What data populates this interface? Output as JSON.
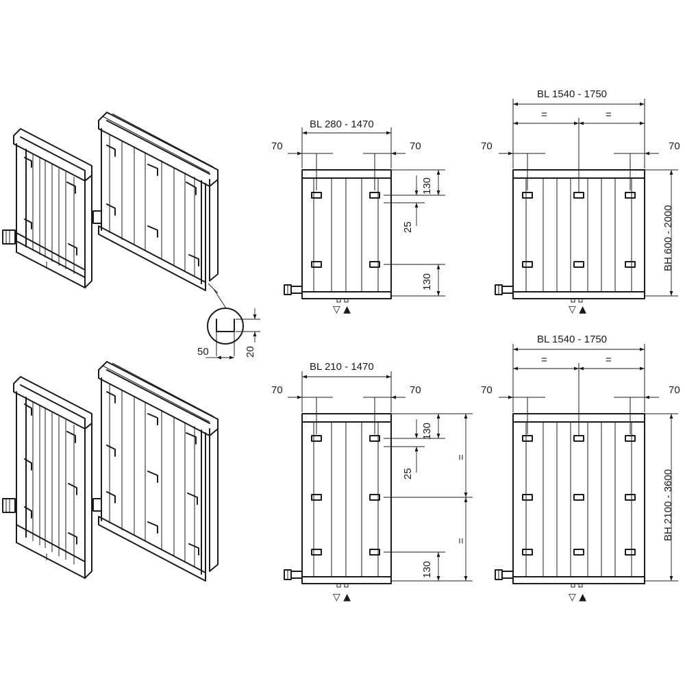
{
  "views": {
    "top_left": {
      "overall_width": "BL 280 - 1470",
      "left_offset": "70",
      "right_offset": "70",
      "top_offset": "130",
      "bracket_offset": "25",
      "bottom_offset": "130"
    },
    "top_right": {
      "overall_width": "BL 1540 - 1750",
      "equal_left": "=",
      "equal_right": "=",
      "left_offset": "70",
      "right_offset": "70",
      "height": "BH 600 - 2000"
    },
    "bottom_left": {
      "overall_width": "BL 210 - 1470",
      "left_offset": "70",
      "right_offset": "70",
      "top_offset": "130",
      "bracket_offset": "25",
      "bottom_offset": "130",
      "equal_upper": "=",
      "equal_lower": "="
    },
    "bottom_right": {
      "overall_width": "BL 1540 -  1750",
      "equal_left": "=",
      "equal_right": "=",
      "left_offset": "70",
      "right_offset": "70",
      "height": "BH 2100 - 3600"
    }
  },
  "detail": {
    "width": "50",
    "height": "20"
  },
  "flow": {
    "symbol": "▽ ▲"
  },
  "icons": {
    "arrow_head": "arrowhead-icon",
    "valve": "valve-icon",
    "flow": "flow-direction-icon"
  },
  "colors": {
    "line": "#1a1a1a",
    "background": "#ffffff"
  }
}
